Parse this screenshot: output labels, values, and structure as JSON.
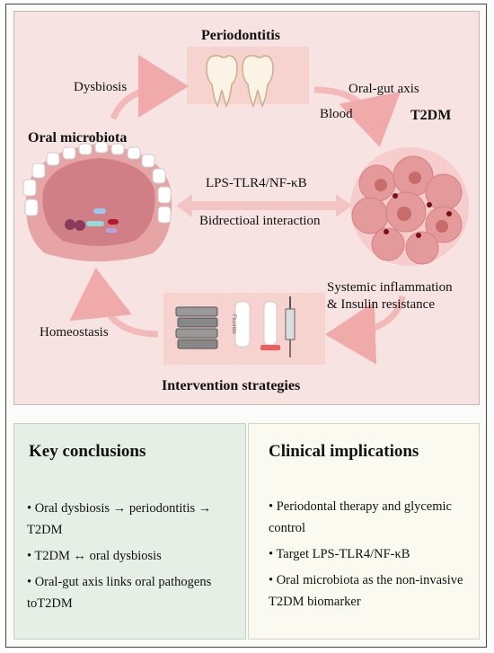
{
  "diagram": {
    "periodontitis_title": "Periodontitis",
    "dysbiosis": "Dysbiosis",
    "oral_gut_axis": "Oral-gut axis",
    "blood": "Blood",
    "t2dm": "T2DM",
    "oral_microbiota": "Oral microbiota",
    "lps": "LPS-TLR4/NF-κB",
    "bidirectional": "Bidrectioal interaction",
    "systemic_1": "Systemic inflammation",
    "systemic_2": "& Insulin resistance",
    "homeostasis": "Homeostasis",
    "intervention": "Intervention strategies",
    "fluoride_label": "Fluoride"
  },
  "key_conclusions": {
    "title": "Key conclusions",
    "items": [
      "• Oral dysbiosis → periodontitis → T2DM",
      "• T2DM ↔ oral dysbiosis",
      "• Oral-gut axis links oral pathogens toT2DM"
    ]
  },
  "clinical_implications": {
    "title": "Clinical implications",
    "items": [
      "• Periodontal therapy and glycemic control",
      "• Target LPS-TLR4/NF-κB",
      "• Oral microbiota as the non-invasive T2DM biomarker"
    ]
  },
  "colors": {
    "panel_pink": "#f8e3e3",
    "arrow_pink": "#f3b8b8",
    "key_bg": "#e6efe6",
    "clin_bg": "#fafaf0"
  }
}
